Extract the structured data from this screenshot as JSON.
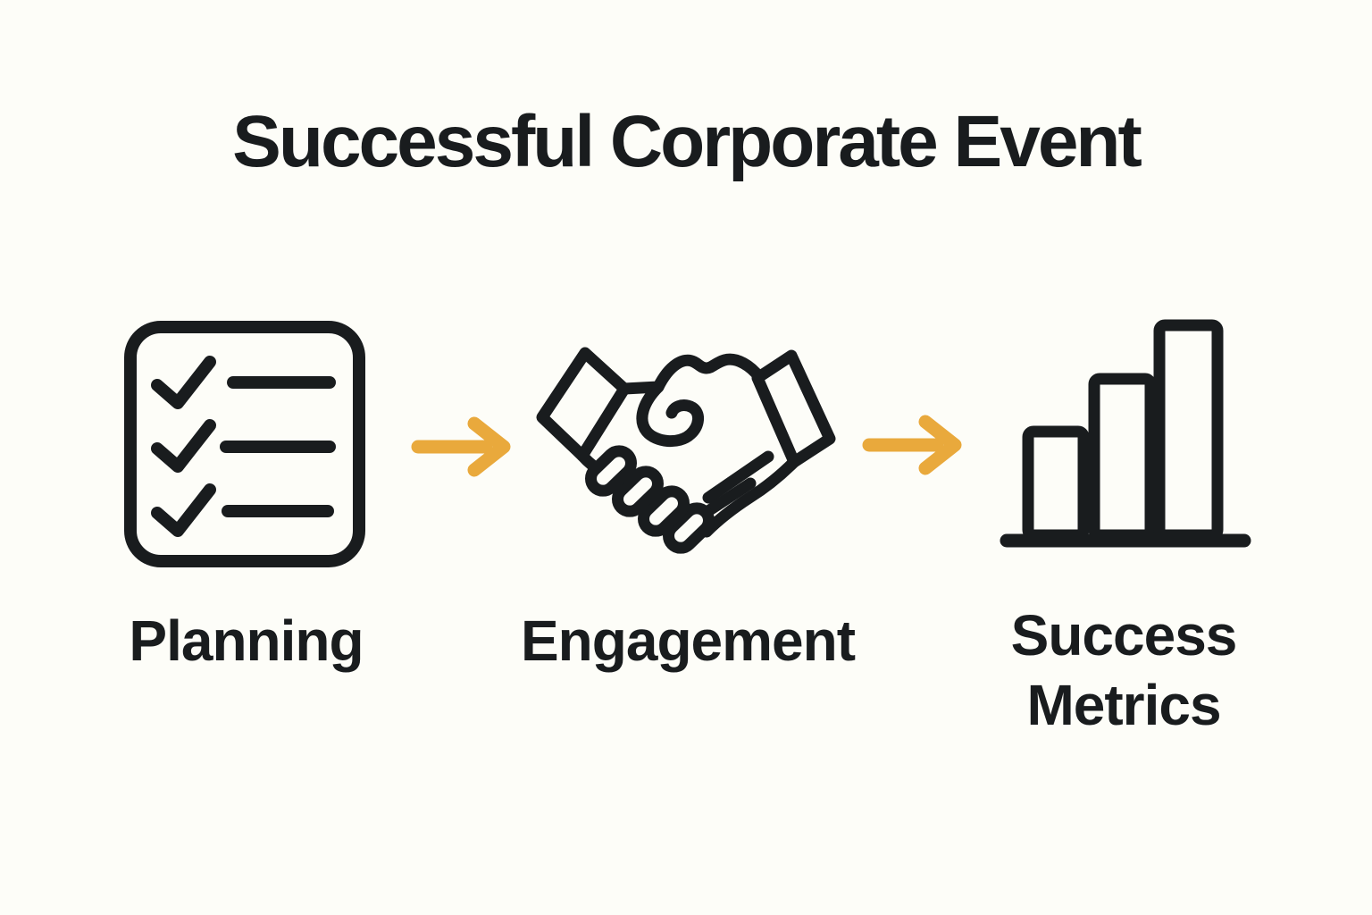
{
  "title": "Successful Corporate Event",
  "stages": [
    {
      "label": "Planning",
      "icon": "checklist-icon"
    },
    {
      "label": "Engagement",
      "icon": "handshake-icon"
    },
    {
      "label": "Success Metrics",
      "icon": "bar-chart-icon"
    }
  ],
  "connectors": [
    {
      "icon": "arrow-right-icon"
    },
    {
      "icon": "arrow-right-icon"
    }
  ],
  "colors": {
    "ink": "#191C1E",
    "arrow": "#E9A93C",
    "background": "#FDFDF8"
  }
}
